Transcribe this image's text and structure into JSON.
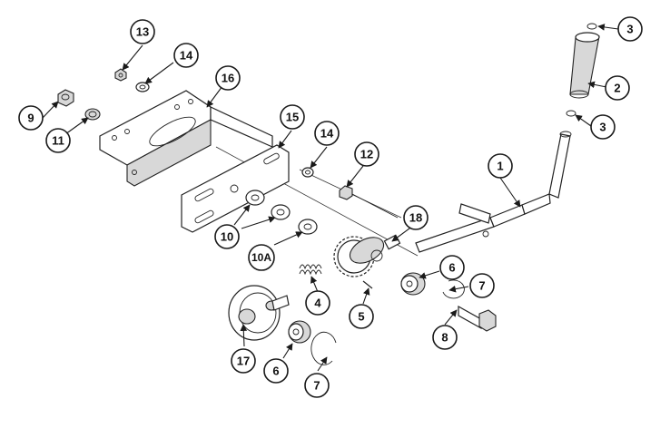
{
  "callouts": {
    "c1": "1",
    "c2": "2",
    "c3a": "3",
    "c3b": "3",
    "c4": "4",
    "c5": "5",
    "c6a": "6",
    "c6b": "6",
    "c7a": "7",
    "c7b": "7",
    "c8": "8",
    "c9": "9",
    "c10": "10",
    "c10a": "10A",
    "c11": "11",
    "c12": "12",
    "c13": "13",
    "c14a": "14",
    "c14b": "14",
    "c15": "15",
    "c16": "16",
    "c17": "17",
    "c18": "18"
  },
  "colors": {
    "line": "#222222",
    "background": "#ffffff",
    "shade": "#d8d8d8"
  }
}
